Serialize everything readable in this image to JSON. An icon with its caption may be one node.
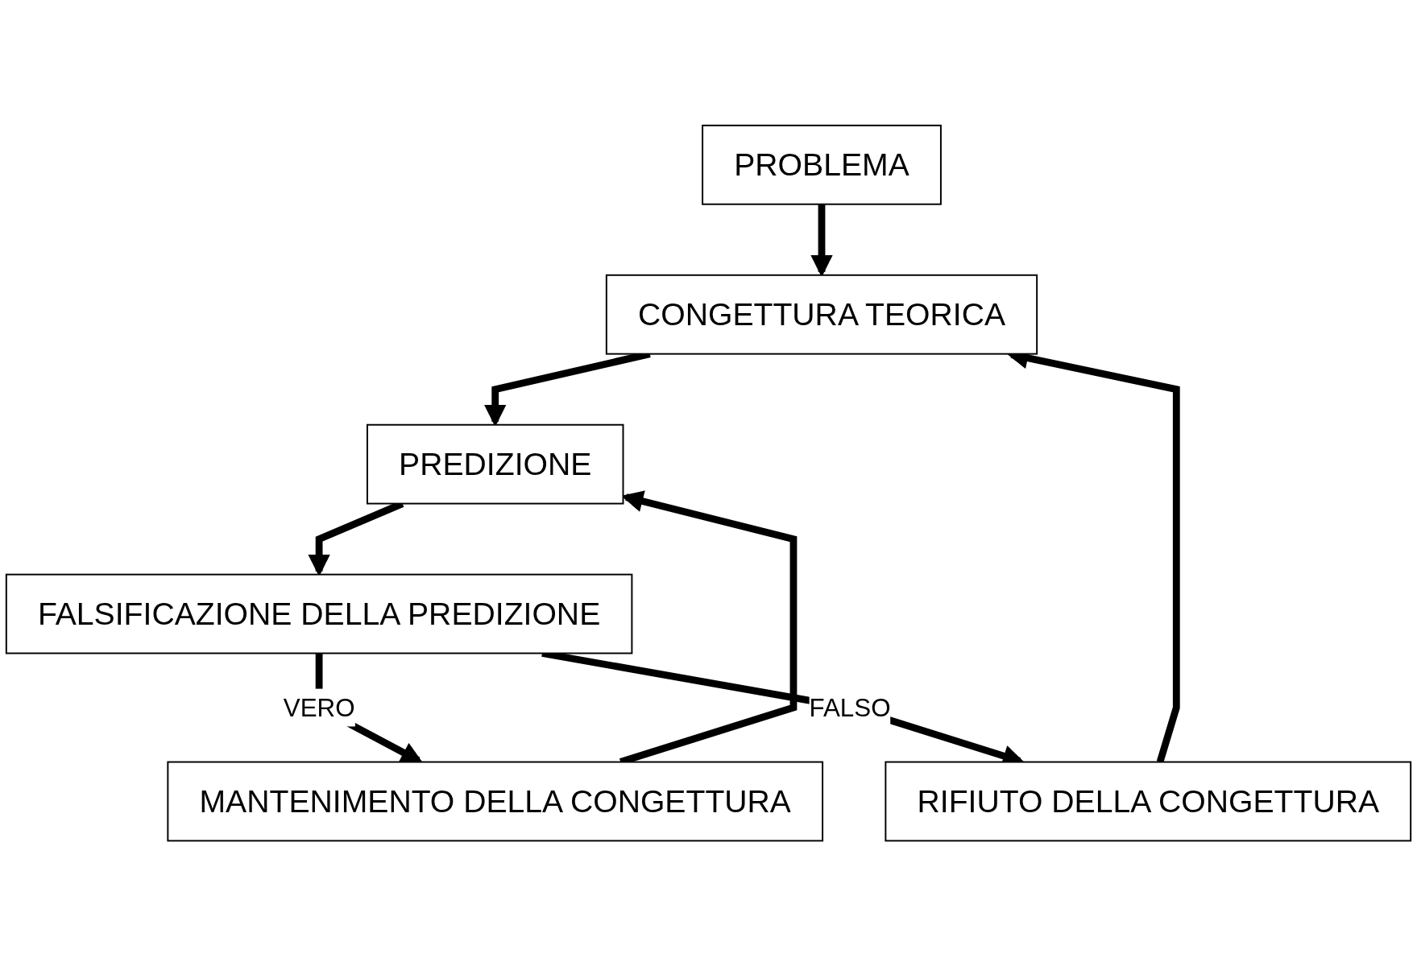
{
  "diagram": {
    "nodes": [
      {
        "text": [
          "PROBLEMA"
        ]
      },
      {
        "text": [
          "CONGETTURA TEORICA"
        ]
      },
      {
        "text": [
          "PREDIZIONE"
        ]
      },
      {
        "text": [
          "FALSIFICAZIONE DELLA PREDIZIONE"
        ]
      },
      {
        "text": [
          "MANTENIMENTO DELLA CONGETTURA"
        ]
      },
      {
        "text": [
          "RIFIUTO DELLA CONGETTURA"
        ]
      }
    ],
    "edges": [
      {
        "from": 0,
        "to": 1,
        "arrow": "to"
      },
      {
        "from": 1,
        "to": 2,
        "arrow": "to"
      },
      {
        "from": 2,
        "to": 3,
        "arrow": "to"
      },
      {
        "from": 3,
        "to": 4,
        "arrow": "to",
        "label": "VERO"
      },
      {
        "from": 3,
        "to": 5,
        "arrow": "to",
        "label": "FALSO"
      },
      {
        "from": 4,
        "to": 2,
        "arrow": "to"
      },
      {
        "from": 5,
        "to": 1,
        "arrow": "to"
      }
    ]
  }
}
